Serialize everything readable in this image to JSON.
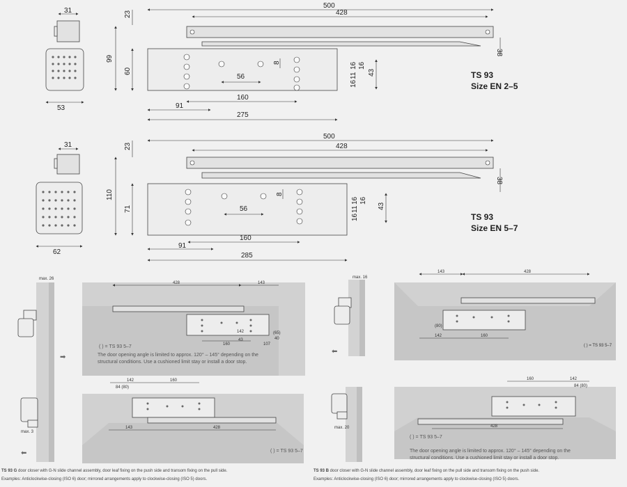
{
  "top_view": {
    "side_width": "31",
    "side_depth": "53",
    "dim_23": "23",
    "dim_99": "99",
    "dim_60": "60",
    "dim_500": "500",
    "dim_428": "428",
    "dim_38": "38",
    "dim_8": "8",
    "dim_56": "56",
    "dim_16a": "16",
    "dim_11": "11",
    "dim_16b": "16",
    "dim_16c": "16",
    "dim_43": "43",
    "dim_160": "160",
    "dim_91": "91",
    "dim_275": "275",
    "model": "TS 93",
    "size": "Size EN 2–5"
  },
  "mid_view": {
    "side_width": "31",
    "side_depth": "62",
    "dim_23": "23",
    "dim_110": "110",
    "dim_71": "71",
    "dim_500": "500",
    "dim_428": "428",
    "dim_38": "38",
    "dim_8": "8",
    "dim_56": "56",
    "dim_16a": "16",
    "dim_11": "11",
    "dim_16b": "16",
    "dim_16c": "16",
    "dim_43": "43",
    "dim_160": "160",
    "dim_91": "91",
    "dim_285": "285",
    "model": "TS 93",
    "size": "Size EN 5–7"
  },
  "panel_a": {
    "max": "max. 26",
    "d428": "428",
    "d143": "143",
    "d160": "160",
    "d43": "43",
    "d107": "107",
    "d65": "(65)",
    "d40": "40",
    "d142": "142",
    "legend": "( ) = TS 93 5–7",
    "note1": "The door opening angle is limited to approx. 120° – 145° depending on the",
    "note2": "structural conditions. Use a cushioned limit stay or install a door stop."
  },
  "panel_b": {
    "max": "max. 16",
    "d143": "143",
    "d428": "428",
    "d80": "(80)",
    "d142": "142",
    "d160": "160",
    "legend": "( ) = TS 93 5–7"
  },
  "panel_c": {
    "d142": "142",
    "d160": "160",
    "d84": "84 (80)",
    "d143": "143",
    "d428": "428",
    "max": "max. 3",
    "legend": "( ) = TS 93 5–7"
  },
  "panel_d": {
    "d160": "160",
    "d142": "142",
    "d84": "84 (80)",
    "d428": "428",
    "max": "max. 20",
    "legend": "( ) = TS 93 5–7",
    "note1": "The door opening angle is limited to approx. 120° – 145° depending on the",
    "note2": "structural conditions. Use a cushioned limit stay or install a door stop."
  },
  "caption_left": {
    "model": "TS 93 G",
    "line1": " door closer with G-N slide channel assembly, door leaf fixing on the push side and transom fixing on the pull side.",
    "line2": "Examples: Anticlockwise-closing (ISO 6) door; mirrored arrangements apply to clockwise-closing (ISO 5) doors."
  },
  "caption_right": {
    "model": "TS 93 B",
    "line1": " door closer with G-N slide channel assembly, door leaf fixing on the pull side and transom fixing on the push side.",
    "line2": "Examples: Anticlockwise-closing (ISO 6) door; mirrored arrangements apply to clockwise-closing (ISO 5) doors."
  }
}
